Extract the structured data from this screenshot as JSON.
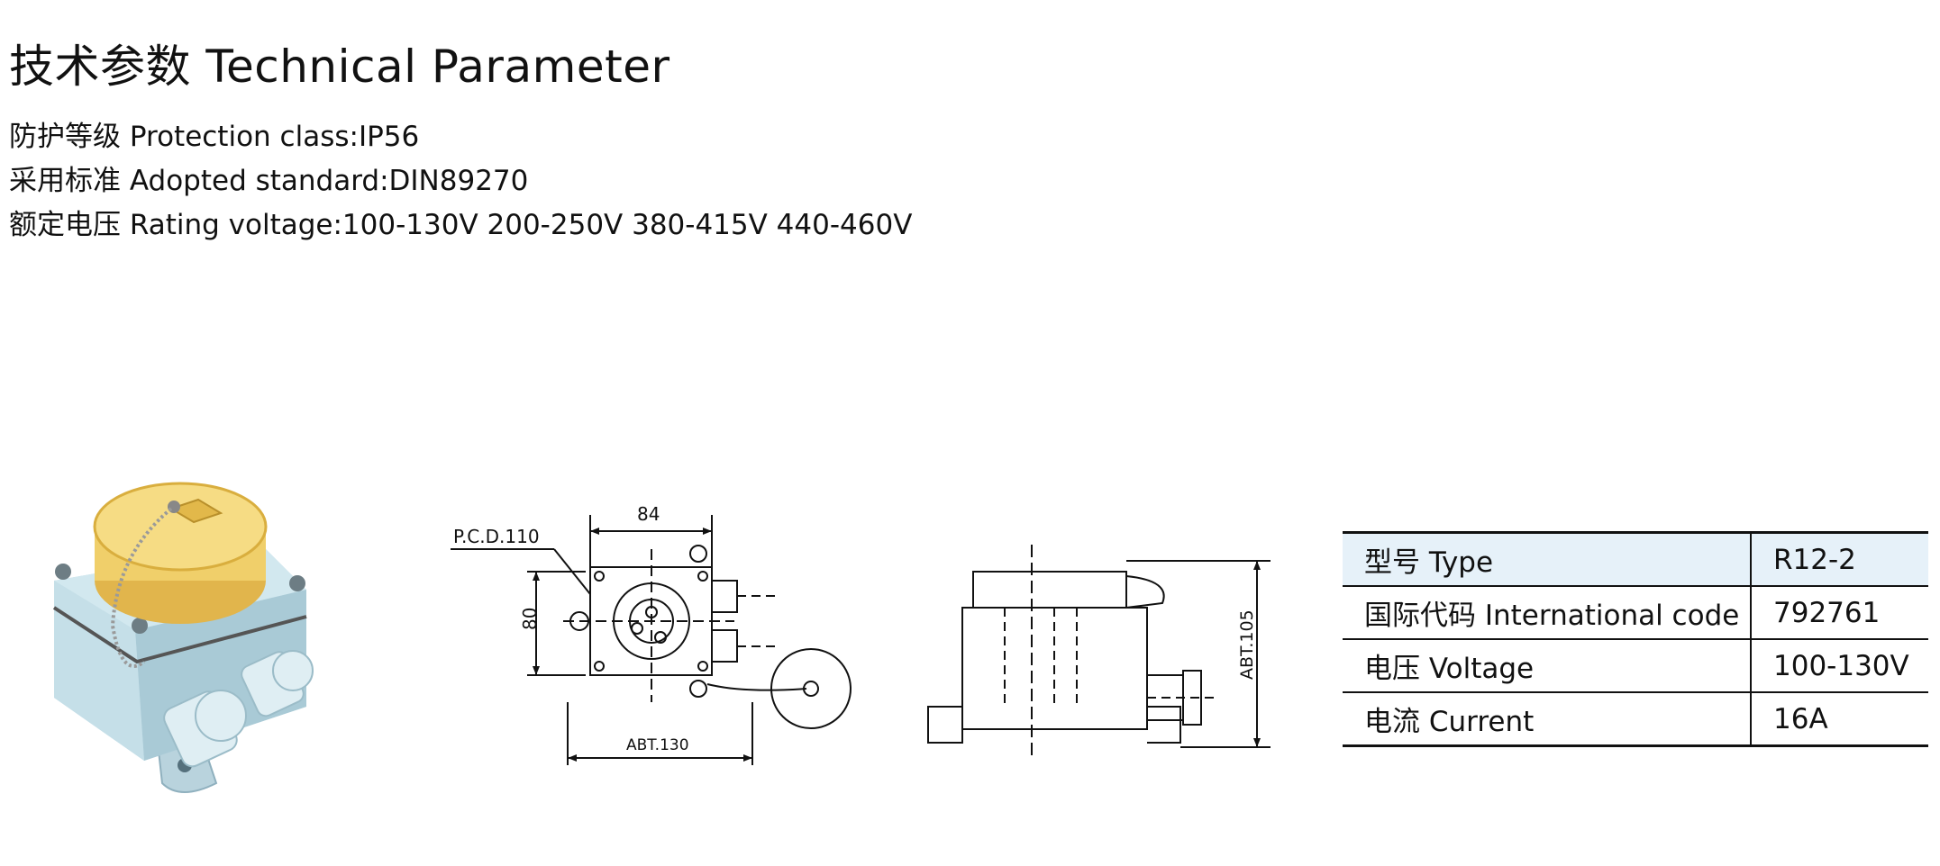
{
  "heading": "技术参数  Technical Parameter",
  "specs": {
    "protection": "防护等级 Protection class:IP56",
    "standard": "采用标准 Adopted standard:DIN89270",
    "voltage": "额定电压 Rating voltage:100-130V 200-250V 380-415V 440-460V"
  },
  "drawing": {
    "pcd": "P.C.D.110",
    "width_top": "84",
    "height_left": "80",
    "width_bottom": "ABT.130",
    "height_side": "ABT.105"
  },
  "table": {
    "rows": [
      {
        "label": "型号 Type",
        "value": "R12-2"
      },
      {
        "label": "国际代码 International code",
        "value": "792761"
      },
      {
        "label": "电压 Voltage",
        "value": "100-130V"
      },
      {
        "label": "电流 Current",
        "value": "16A"
      }
    ]
  }
}
